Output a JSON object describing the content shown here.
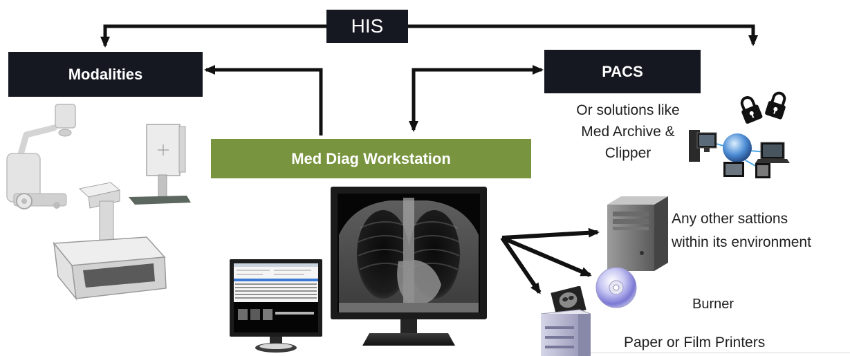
{
  "diagram": {
    "his": {
      "label": "HIS"
    },
    "modalities": {
      "label": "Modalities"
    },
    "pacs": {
      "label": "PACS",
      "note": [
        "Or solutions like",
        "Med Archive &",
        "Clipper"
      ]
    },
    "workstation": {
      "label": "Med Diag Workstation"
    },
    "other_stations": {
      "lines": [
        "Any other sattions",
        "within its environment"
      ]
    },
    "burner": {
      "label": "Burner"
    },
    "printers": {
      "label": "Paper or Film Printers"
    }
  },
  "icons": {
    "modalities": "xray-equipment-icon",
    "network": "network-archive-icon",
    "workstation_monitor": "chest-xray-monitor-icon",
    "secondary_monitor": "worklist-monitor-icon",
    "server": "server-tower-icon",
    "burner": "cd-disc-icon",
    "printer": "film-printer-icon"
  },
  "colors": {
    "box": "#151821",
    "workstation": "#78943e",
    "arrow": "#111111",
    "text": "#1f1f1f"
  }
}
